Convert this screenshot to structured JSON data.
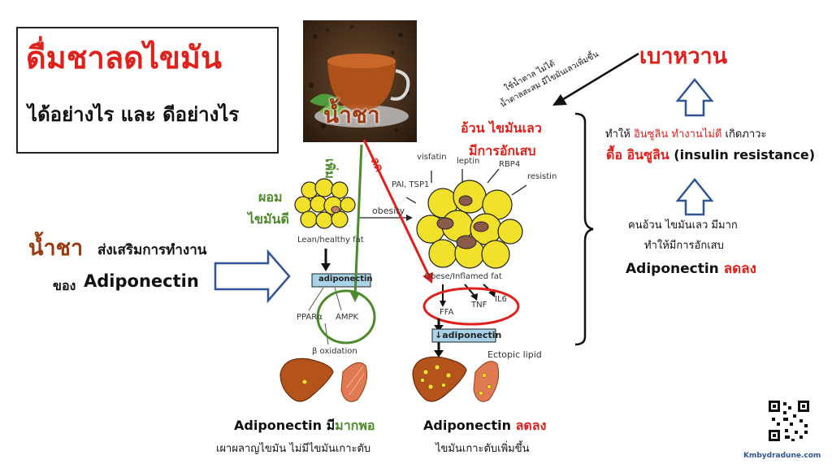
{
  "title": {
    "main": "ดื่มชาลดไขมัน",
    "sub": "ได้อย่างไร และ ดีอย่างไร"
  },
  "tea_photo_label": "น้ำชา",
  "left_panel": {
    "tea_word": "น้ำชา",
    "promotes": "ส่งเสริมการทำงาน",
    "of": "ของ",
    "adiponectin": "Adiponectin"
  },
  "lean_side": {
    "slim_line1": "ผอม",
    "slim_line2": "ไขมันดี",
    "lean_label": "Lean/healthy fat",
    "box_label": "adiponectin",
    "ppar": "PPARα",
    "ampk": "AMPK",
    "beta_ox": "β oxidation",
    "increase_arrow_label": "เพิ่ม",
    "caption_bold": "Adiponectin",
    "caption_mid": "มี",
    "caption_colored": "มากพอ",
    "caption_line2": "เผาผลาญไขมัน ไม่มีไขมันเกาะตับ"
  },
  "obese_side": {
    "obesity": "obesity",
    "reduce_arrow_label": "ลด",
    "header_line1": "อ้วน ไขมันเลว",
    "header_line2": "มีการอักเสบ",
    "visfatin": "visfatin",
    "leptin": "leptin",
    "rbp4": "RBP4",
    "resistin": "resistin",
    "pai": "PAI, TSP1",
    "obese_label": "Obese/Inflamed fat",
    "ffa": "FFA",
    "tnf": "TNF",
    "il6": "IL6",
    "box_label": "↓adiponectin",
    "ectopic": "Ectopic lipid",
    "caption_bold": "Adiponectin",
    "caption_colored": "ลดลง",
    "caption_line2": "ไขมันเกาะตับเพิ่มขึ้น"
  },
  "right_panel": {
    "diabetes": "เบาหวาน",
    "rotated_line1": "ใช้น้ำตาล ไม่ได้",
    "rotated_line2": "น้ำตาลสะสม มีไขมันเลวเพิ่มขึ้น",
    "cause_line1_a": "ทำให้",
    "cause_line1_b": "อินซูลิน ทำงานไม่ดี",
    "cause_line1_c": "เกิดภาวะ",
    "cause_line2_a": "ดื้อ อินซูลิน",
    "cause_line2_b": "(insulin resistance)",
    "obese_line1": "คนอ้วน ไขมันเลว มีมาก",
    "obese_line2": "ทำให้มีการอักเสบ",
    "adipo_bold": "Adiponectin",
    "adipo_colored": "ลดลง"
  },
  "website": "Kmbydradune.com",
  "colors": {
    "red": "#e0201b",
    "green": "#4d8a2a",
    "brown": "#9a3a10",
    "fat_yellow": "#f2e12a",
    "liver": "#b4531c",
    "muscle": "#e07a52",
    "adipo_box": "#a9d3e8",
    "arrow_blue": "#2f5597"
  }
}
